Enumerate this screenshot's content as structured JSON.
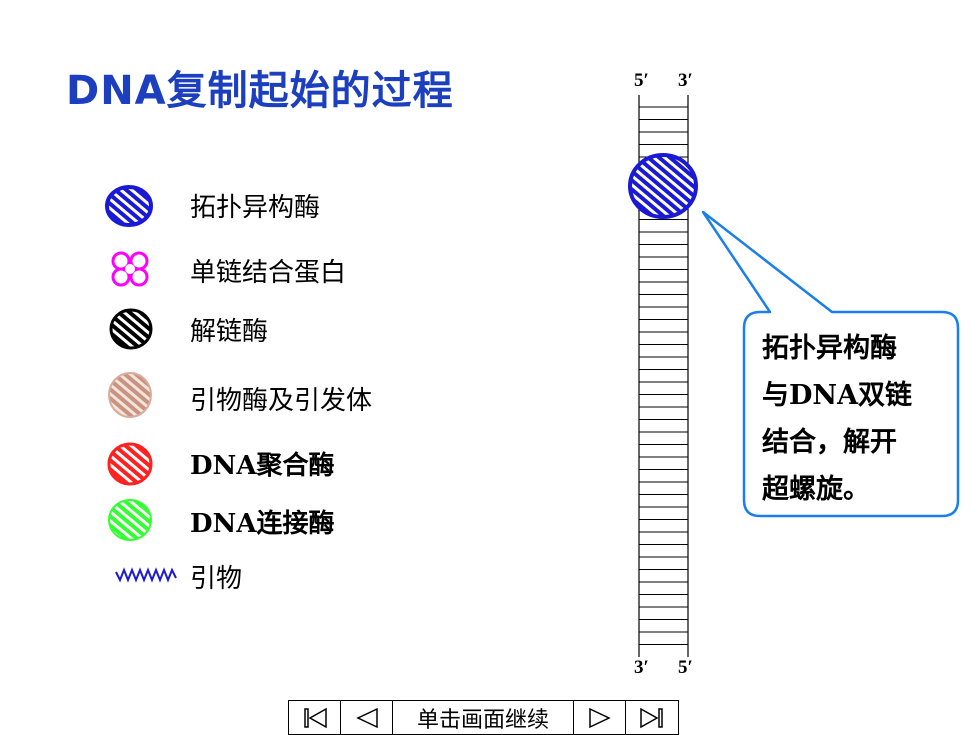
{
  "title": "DNA复制起始的过程",
  "legend": [
    {
      "label": "拓扑异构酶",
      "icon": "topoisomerase-icon",
      "color": "#1a1ad6"
    },
    {
      "label": "单链结合蛋白",
      "icon": "ssb-protein-icon",
      "color": "#ff00ff"
    },
    {
      "label": "解链酶",
      "icon": "helicase-icon",
      "color": "#000000"
    },
    {
      "label": "引物酶及引发体",
      "icon": "primase-icon",
      "color": "#c89380"
    },
    {
      "label": "DNA聚合酶",
      "icon": "dna-polymerase-icon",
      "color": "#ff2020"
    },
    {
      "label": "DNA连接酶",
      "icon": "dna-ligase-icon",
      "color": "#33ff33"
    },
    {
      "label": "引物",
      "icon": "primer-icon",
      "color": "#1a1ad6"
    }
  ],
  "strand": {
    "top_left": "5′",
    "top_right": "3′",
    "bottom_left": "3′",
    "bottom_right": "5′"
  },
  "callout": {
    "lines": [
      "拓扑异构酶",
      "与DNA双链",
      "结合，解开",
      "超螺旋。"
    ],
    "border_color": "#1a7fe8"
  },
  "nav": {
    "continue_label": "单击画面继续"
  }
}
